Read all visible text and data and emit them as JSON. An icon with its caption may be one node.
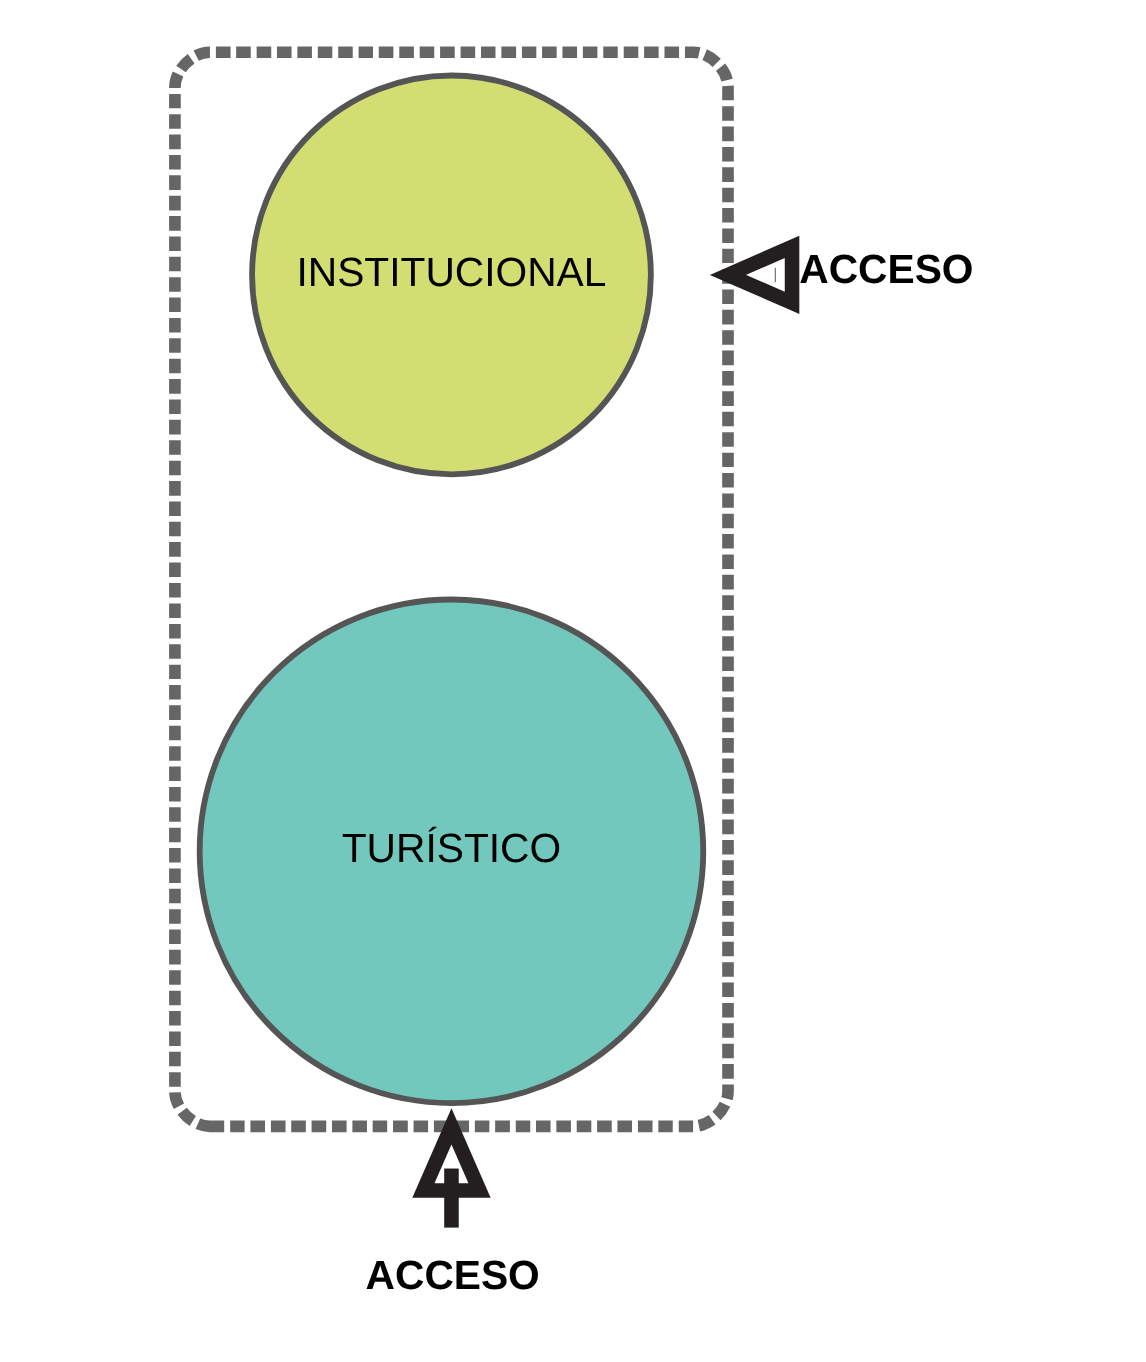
{
  "diagram": {
    "nodes": [
      {
        "text": [],
        "shape": "capsule"
      },
      {
        "text": [
          "INSTITUCIONAL"
        ],
        "in": 0
      },
      {
        "text": [
          "TURÍSTICO"
        ],
        "in": 0
      },
      {
        "text": [
          "ACCESO"
        ]
      },
      {
        "text": [
          "ACCESO"
        ]
      }
    ],
    "edges": [
      {
        "from": 3,
        "to": 0,
        "arrow": "to"
      },
      {
        "from": 4,
        "to": 0,
        "arrow": "to"
      }
    ]
  }
}
